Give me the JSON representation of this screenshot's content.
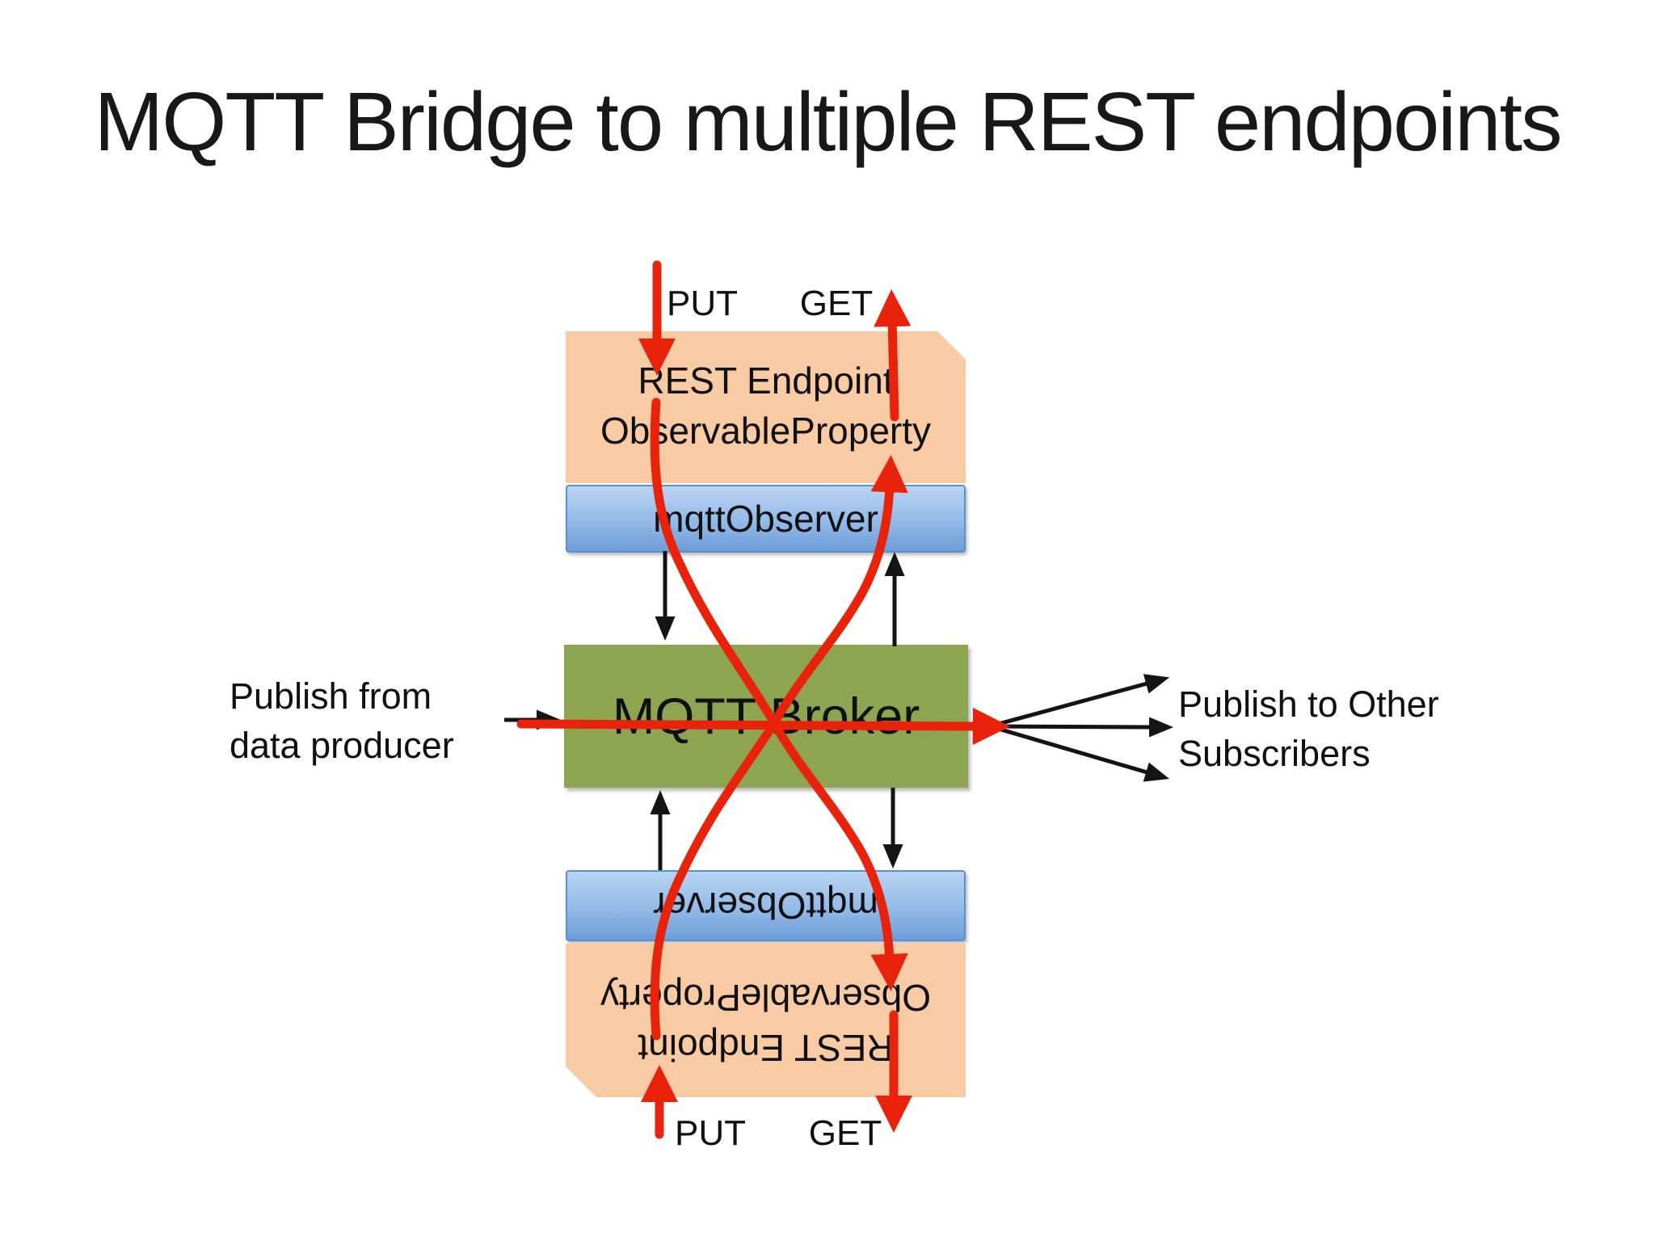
{
  "slide_title": "MQTT Bridge to multiple REST endpoints",
  "colors": {
    "red": "#E8220B",
    "black_arrow": "#141414",
    "orange_box": "#F9CBA4",
    "blue_top": "#B9D4F2",
    "blue_bottom": "#6D9DD8",
    "blue_border": "#5D8FCC",
    "green_box": "#8DA451",
    "text": "#101010"
  },
  "top_rest_endpoint": {
    "title_line1": "REST Endpoint",
    "title_line2": "ObservableProperty",
    "observer_label": "mqttObserver",
    "put_label": "PUT",
    "get_label": "GET"
  },
  "broker": {
    "label": "MQTT Broker"
  },
  "bottom_rest_endpoint": {
    "title_line1": "REST Endpoint",
    "title_line2": "ObservableProperty",
    "observer_label": "mqttObserver",
    "put_label": "PUT",
    "get_label": "GET"
  },
  "left_note": {
    "line1": "Publish from",
    "line2": "data producer"
  },
  "right_note": {
    "line1": "Publish to Other",
    "line2": "Subscribers"
  }
}
